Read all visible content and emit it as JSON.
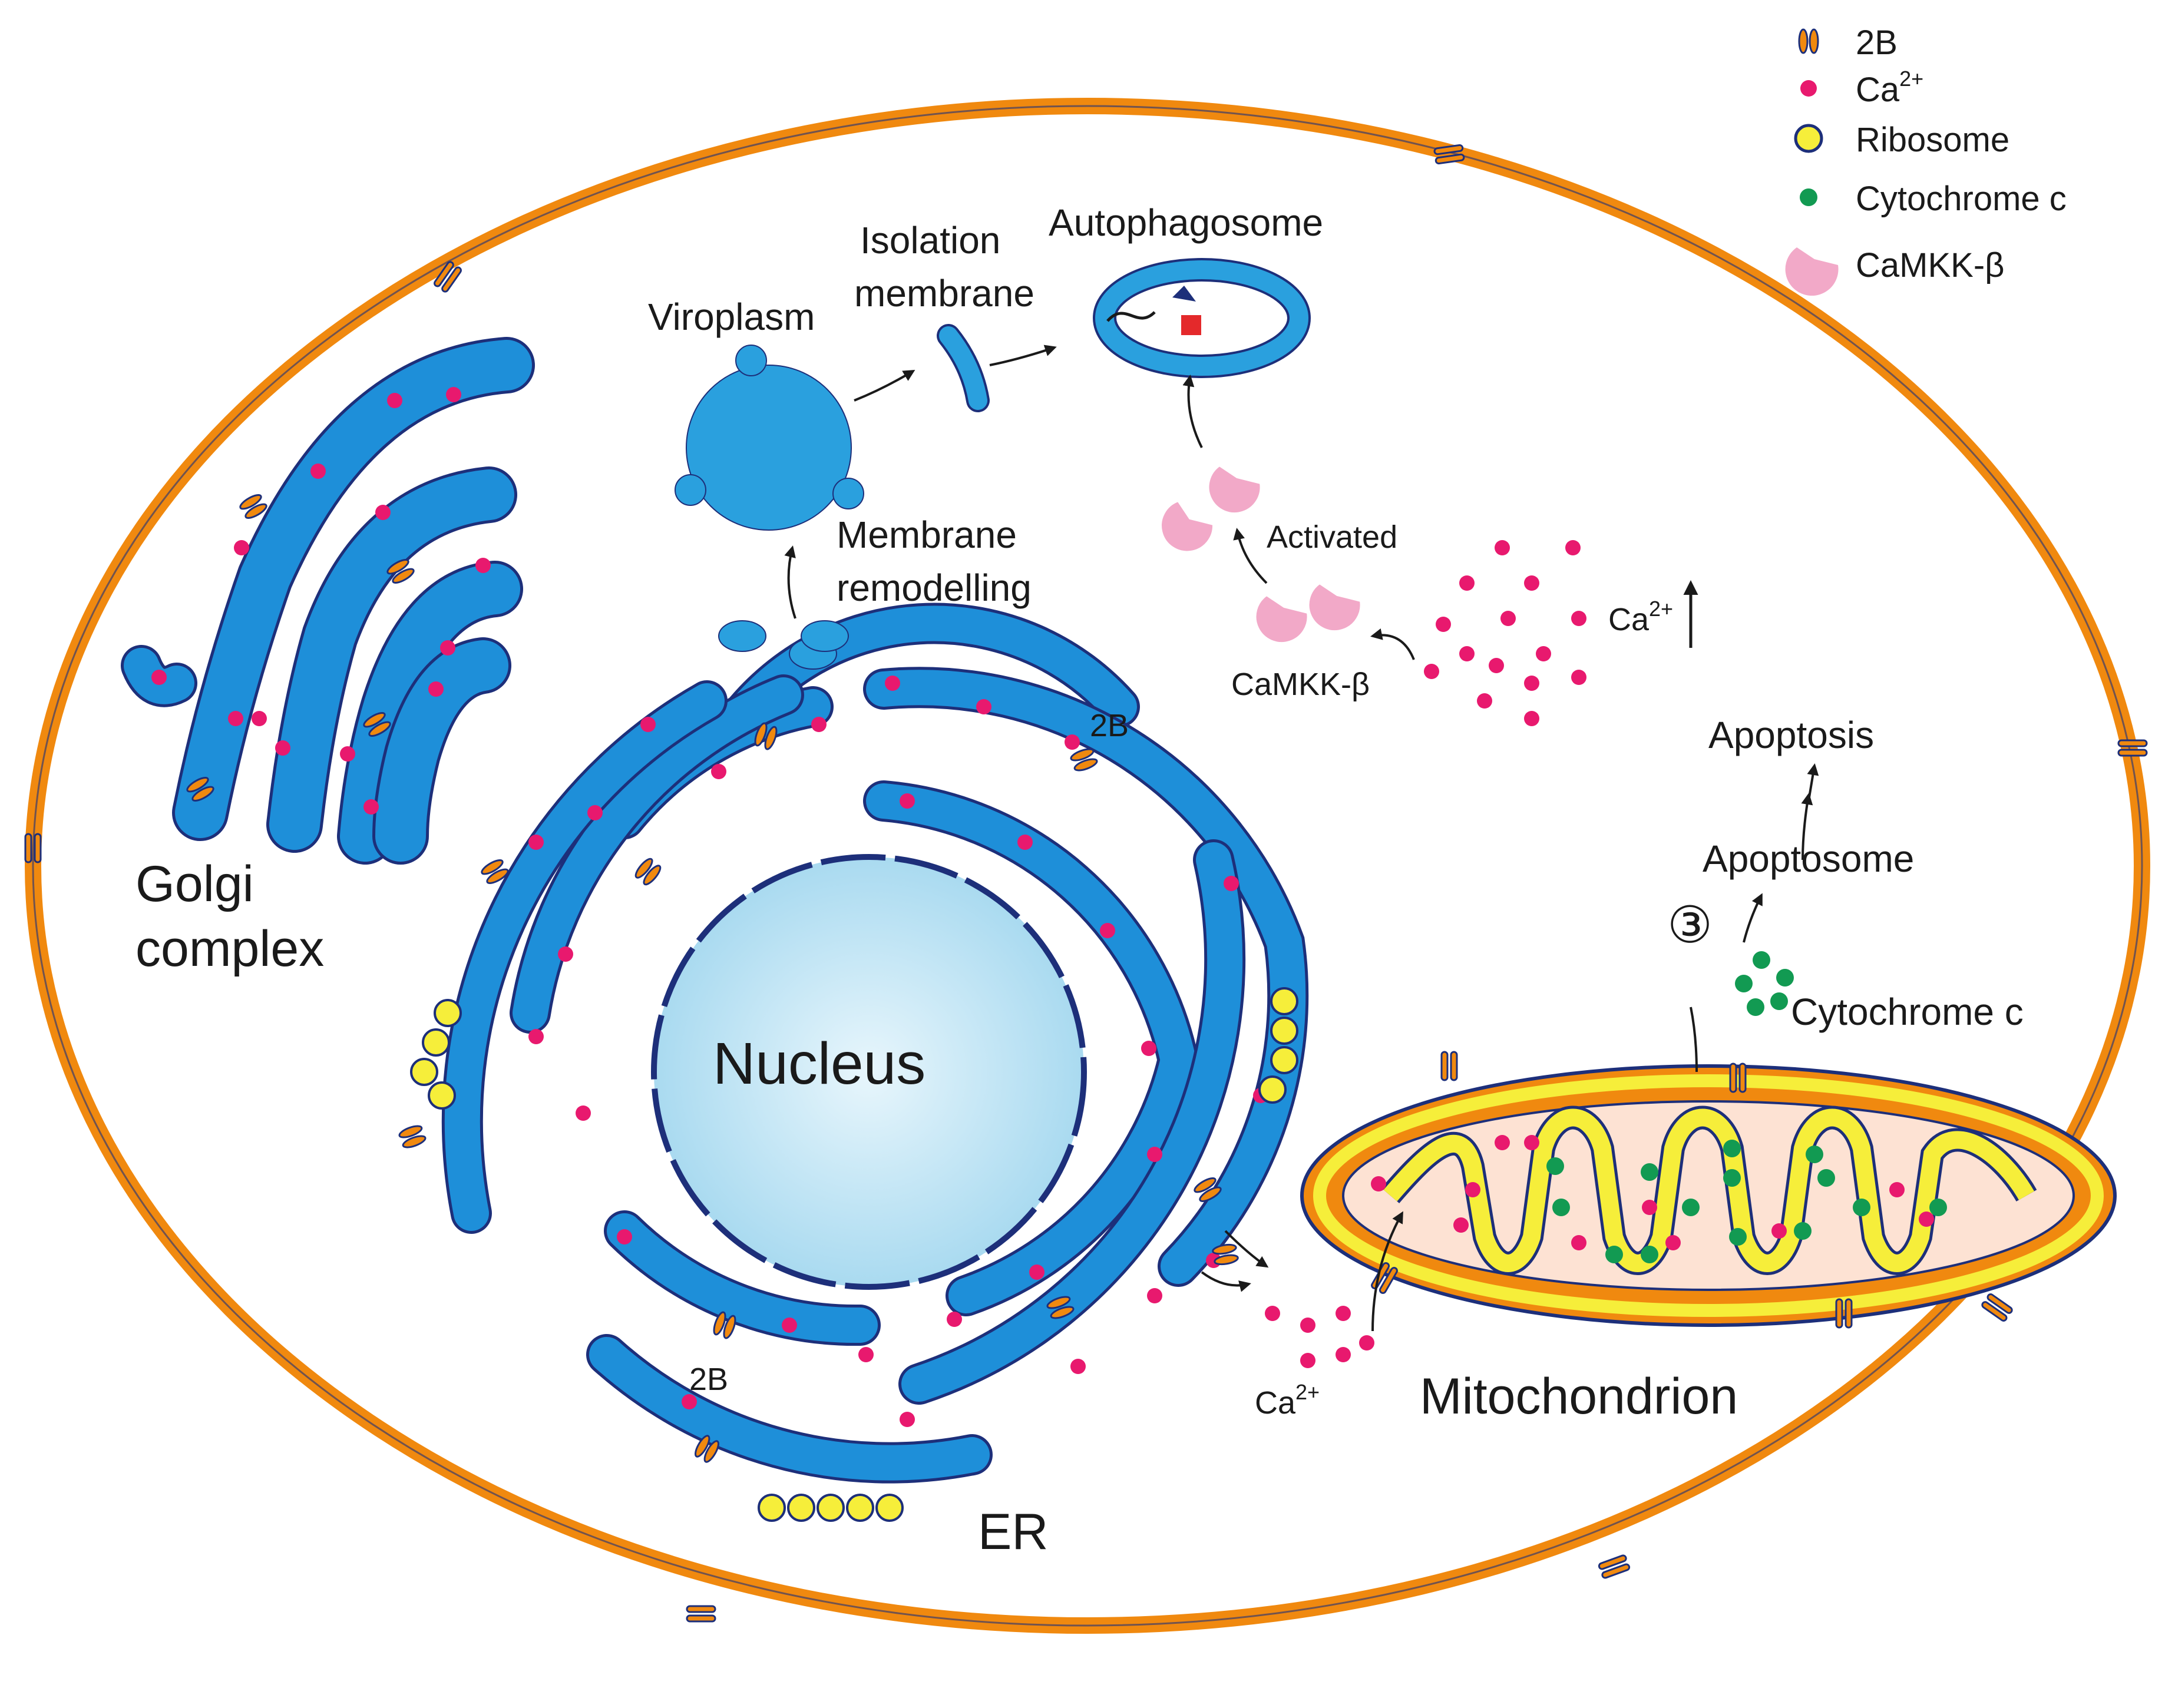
{
  "colors": {
    "cell_membrane": "#f0890f",
    "organelle_blue": "#1e8fd9",
    "organelle_outline": "#1d2f7a",
    "nucleus_fill": "#bfe4f3",
    "calcium": "#e8196e",
    "ribosome": "#f6ee3a",
    "cytochrome_c": "#129a52",
    "camkk_beta": "#f2a9c8",
    "mito_matrix": "#fde2d3",
    "protein_2b": "#f0890f"
  },
  "legend": [
    {
      "icon": "protein-2b-icon",
      "text": "2B"
    },
    {
      "icon": "calcium-dot-icon",
      "text": "Ca",
      "sup": "2+"
    },
    {
      "icon": "ribosome-icon",
      "text": "Ribosome"
    },
    {
      "icon": "cytochrome-c-dot-icon",
      "text": "Cytochrome c"
    },
    {
      "icon": "camkk-beta-icon",
      "text": "CaMKK-β"
    }
  ],
  "labels": {
    "golgi_line1": "Golgi",
    "golgi_line2": "complex",
    "nucleus": "Nucleus",
    "er": "ER",
    "mitochondrion": "Mitochondrion",
    "viroplasm": "Viroplasm",
    "isolation_line1": "Isolation",
    "isolation_line2": "membrane",
    "autophagosome": "Autophagosome",
    "membrane_line1": "Membrane",
    "membrane_line2": "remodelling",
    "activated": "Activated",
    "camkk": "CaMKK-β",
    "ca_up": "Ca",
    "ca_up_sup": "2+",
    "ca_release": "Ca",
    "ca_release_sup": "2+",
    "apoptosis": "Apoptosis",
    "apoptosome": "Apoptosome",
    "step_marker": "③",
    "cytochrome_c": "Cytochrome c",
    "er_2b_top": "2B",
    "er_2b_bottom": "2B"
  }
}
